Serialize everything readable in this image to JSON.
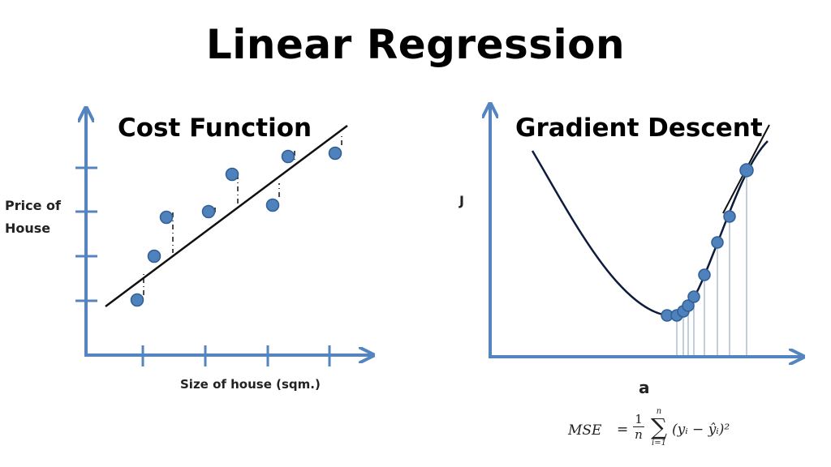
{
  "title": "Linear Regression",
  "colors": {
    "axis": "#5585c0",
    "point_fill": "#4f81bd",
    "point_stroke": "#2f5f95",
    "line": "#111111",
    "curve": "#0d1b3d",
    "drop_line": "#9fb3cc"
  },
  "left_panel": {
    "title": "Cost Function",
    "ylabel_line1": "Price of",
    "ylabel_line2": "House",
    "xlabel": "Size of house (sqm.)"
  },
  "right_panel": {
    "title": "Gradient Descent",
    "ylabel": "J",
    "xlabel": "a"
  },
  "formula": {
    "lhs": "MSE",
    "eq": "=",
    "num": "1",
    "den": "n",
    "sum_sup": "n",
    "sum_sym": "∑",
    "sum_sub": "i=1",
    "body": "(yᵢ − ŷᵢ)²"
  },
  "chart_data": [
    {
      "type": "scatter",
      "title": "Cost Function",
      "xlabel": "Size of house (sqm.)",
      "ylabel": "Price of House",
      "grid": false,
      "x_ticks": 4,
      "y_ticks": 4,
      "points": [
        {
          "x": 169,
          "y": 370
        },
        {
          "x": 190,
          "y": 316
        },
        {
          "x": 205,
          "y": 268
        },
        {
          "x": 257,
          "y": 261
        },
        {
          "x": 286,
          "y": 215
        },
        {
          "x": 336,
          "y": 253
        },
        {
          "x": 355,
          "y": 193
        },
        {
          "x": 413,
          "y": 189
        }
      ],
      "regression_line": {
        "x1": 130,
        "y1": 378,
        "x2": 428,
        "y2": 155
      },
      "annotations": "dashed vertical residual lines from each point to the regression line"
    },
    {
      "type": "line",
      "title": "Gradient Descent",
      "xlabel": "a",
      "ylabel": "J",
      "grid": false,
      "curve": "convex cost curve J(a) with minimum near a≈820 (pixel)",
      "steps": [
        {
          "x": 920,
          "y": 210
        },
        {
          "x": 899,
          "y": 267
        },
        {
          "x": 884,
          "y": 299
        },
        {
          "x": 868,
          "y": 339
        },
        {
          "x": 855,
          "y": 366
        },
        {
          "x": 848,
          "y": 377
        },
        {
          "x": 842,
          "y": 384
        },
        {
          "x": 834,
          "y": 389
        },
        {
          "x": 822,
          "y": 389
        }
      ],
      "annotations": "tangent line at the top step; vertical drop lines from each step to the a-axis"
    }
  ]
}
